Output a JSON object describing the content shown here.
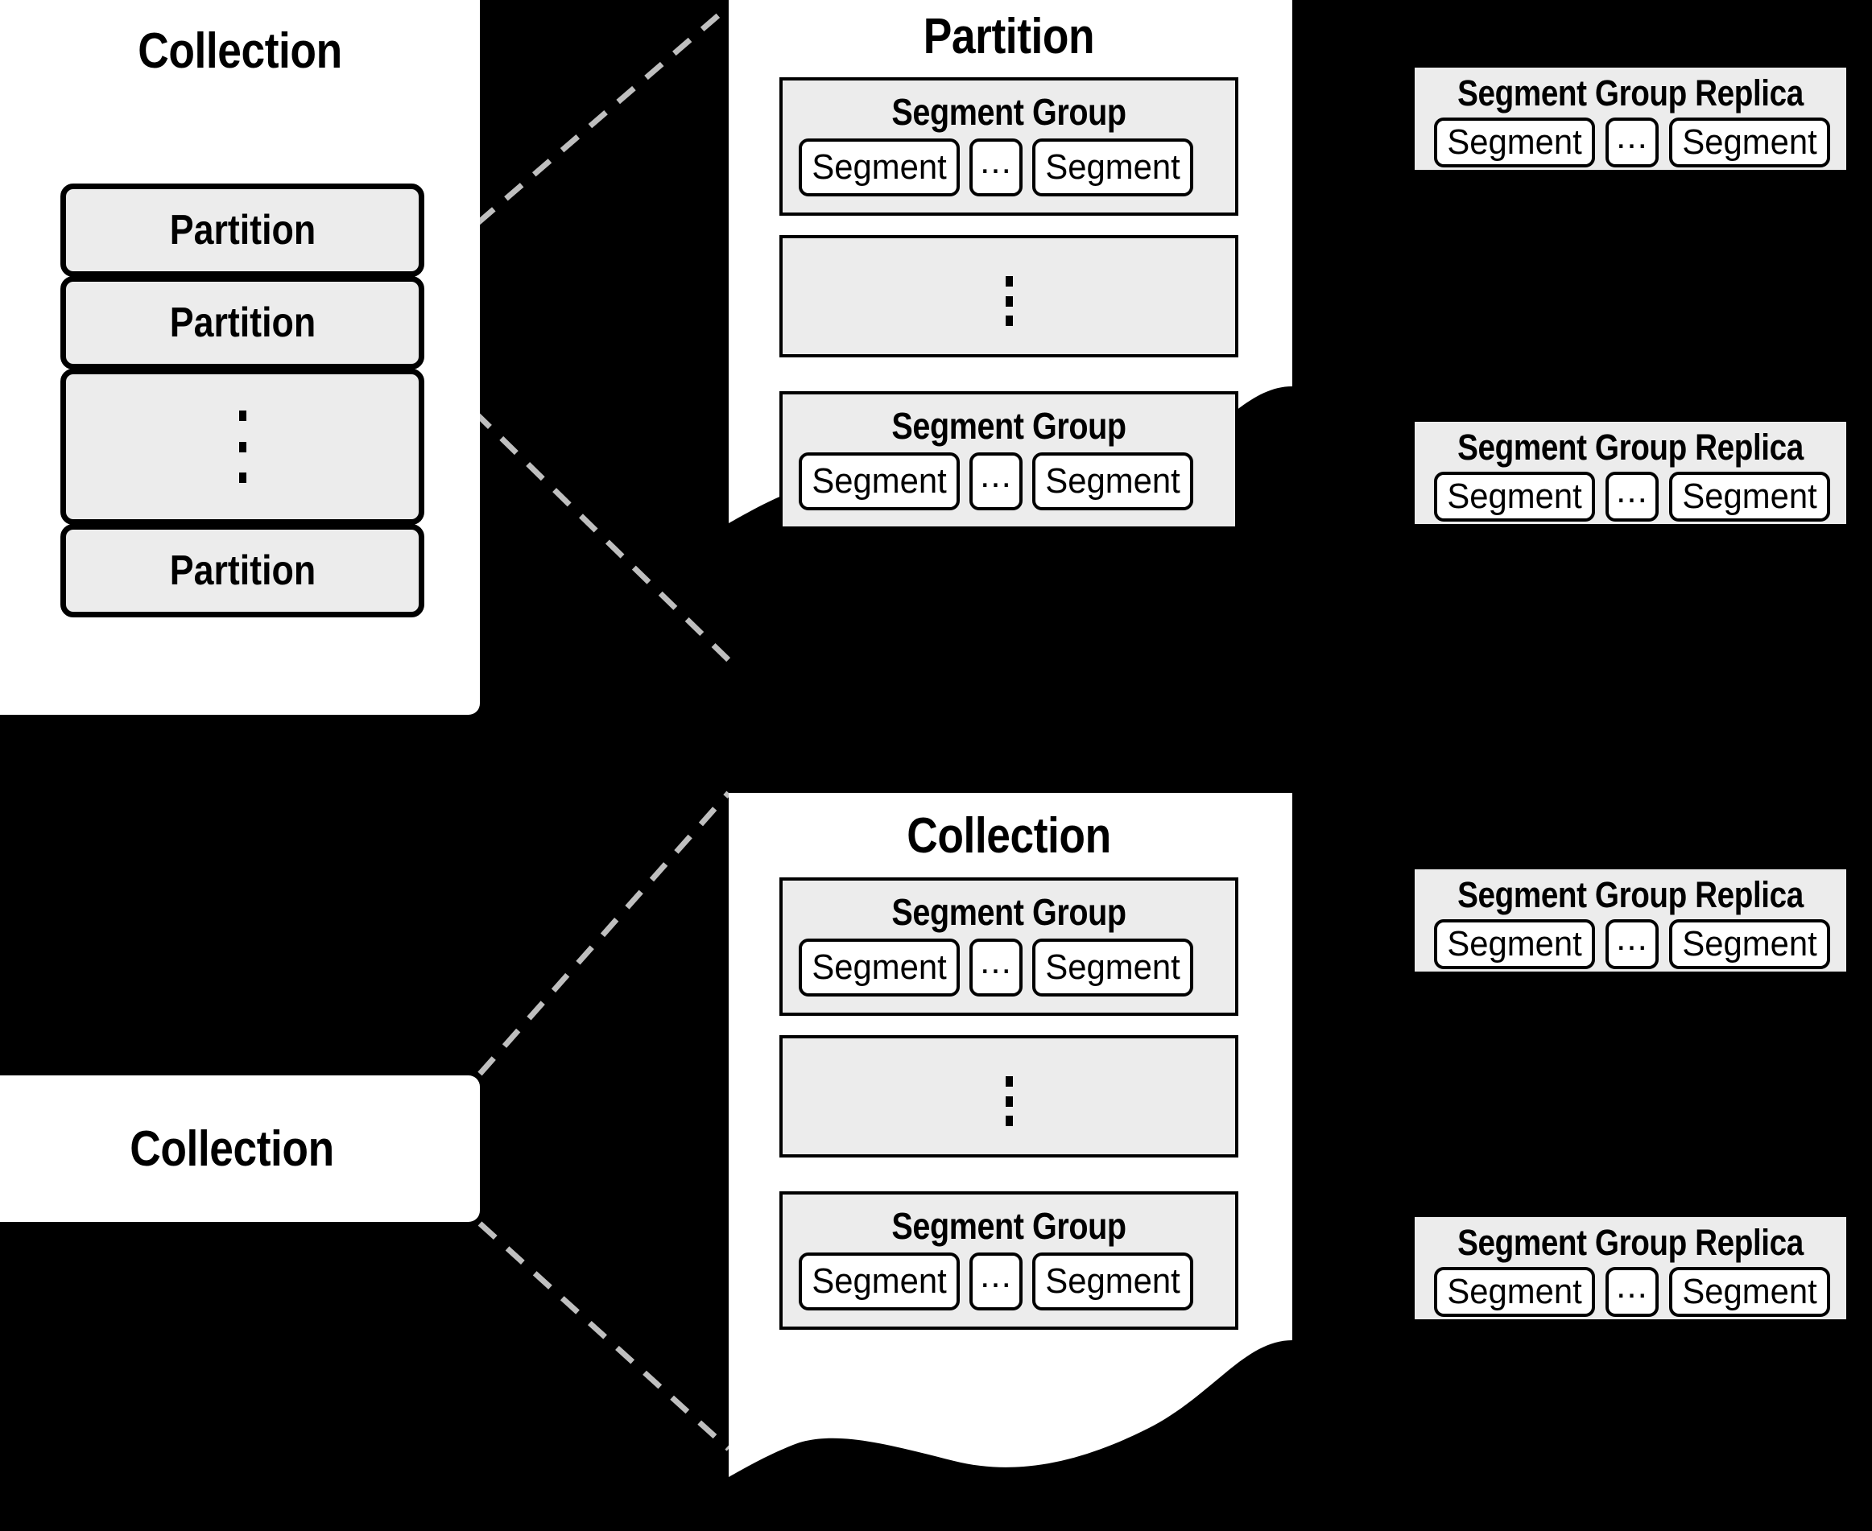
{
  "diagram": {
    "title": "Collection / Partition / Segment Group hierarchy",
    "colors": {
      "background": "#000000",
      "panel": "#ffffff",
      "box_fill": "#ececec",
      "stroke": "#000000",
      "connector": "#bfbfbf"
    }
  },
  "top_left_collection": {
    "title": "Collection",
    "partitions": [
      {
        "label": "Partition"
      },
      {
        "label": "Partition"
      },
      {
        "label": "",
        "kind": "vertical-ellipsis"
      },
      {
        "label": "Partition"
      }
    ]
  },
  "top_partition_panel": {
    "title": "Partition",
    "groups": [
      {
        "title": "Segment Group",
        "segments": [
          "Segment",
          "...",
          "Segment"
        ]
      },
      {
        "title": "",
        "kind": "vertical-ellipsis"
      },
      {
        "title": "Segment Group",
        "segments": [
          "Segment",
          "...",
          "Segment"
        ]
      }
    ]
  },
  "top_replicas": [
    {
      "title": "Segment Group Replica",
      "segments": [
        "Segment",
        "...",
        "Segment"
      ]
    },
    {
      "title": "Segment Group Replica",
      "segments": [
        "Segment",
        "...",
        "Segment"
      ]
    }
  ],
  "bottom_left_collection": {
    "title": "Collection"
  },
  "bottom_collection_panel": {
    "title": "Collection",
    "groups": [
      {
        "title": "Segment Group",
        "segments": [
          "Segment",
          "...",
          "Segment"
        ]
      },
      {
        "title": "",
        "kind": "vertical-ellipsis"
      },
      {
        "title": "Segment Group",
        "segments": [
          "Segment",
          "...",
          "Segment"
        ]
      }
    ]
  },
  "bottom_replicas": [
    {
      "title": "Segment Group Replica",
      "segments": [
        "Segment",
        "...",
        "Segment"
      ]
    },
    {
      "title": "Segment Group Replica",
      "segments": [
        "Segment",
        "...",
        "Segment"
      ]
    }
  ]
}
